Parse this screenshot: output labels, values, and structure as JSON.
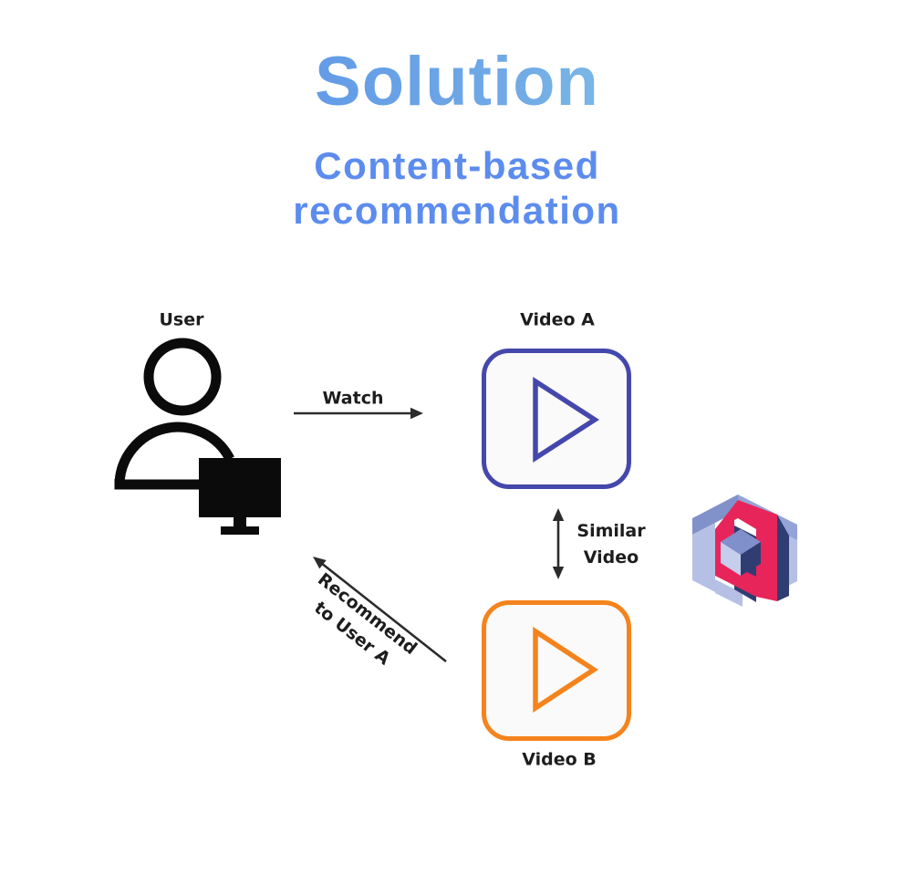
{
  "header": {
    "title": "Solution",
    "subtitle_line1": "Content-based",
    "subtitle_line2": "recommendation"
  },
  "diagram": {
    "nodes": {
      "user": {
        "label": "User",
        "icon": "user-with-monitor-icon"
      },
      "video_a": {
        "label": "Video A",
        "icon": "play-button-icon"
      },
      "video_b": {
        "label": "Video B",
        "icon": "play-button-icon"
      }
    },
    "edges": {
      "watch": {
        "label": "Watch",
        "from": "User",
        "to": "Video A",
        "direction": "right"
      },
      "similar": {
        "label_line1": "Similar",
        "label_line2": "Video",
        "between": [
          "Video A",
          "Video B"
        ],
        "direction": "bidirectional-vertical"
      },
      "recommend": {
        "label_line1": "Recommend",
        "label_line2": "to User A",
        "from": "Video B",
        "to": "User",
        "direction": "diagonal-up-left"
      }
    },
    "logo_icon": "isometric-q-cube-logo"
  },
  "colors": {
    "title_gradient_start": "#4F85E8",
    "title_gradient_end": "#9FE2E5",
    "subtitle_blue": "#5C8CEE",
    "video_a_border": "#4448AC",
    "video_b_border": "#F5831D",
    "arrow_black": "#2B2B2B",
    "logo_crimson": "#E8255B",
    "logo_navy": "#2F3D72",
    "logo_periwinkle": "#B5C0E4",
    "logo_slate_blue": "#8191CA"
  }
}
